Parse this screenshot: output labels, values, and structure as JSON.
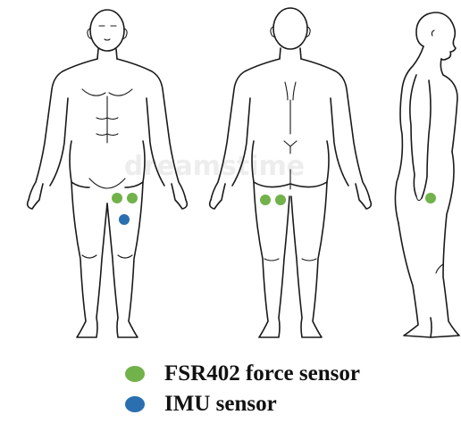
{
  "colors": {
    "force_sensor": "#71b24a",
    "imu_sensor": "#2a6fb0",
    "outline": "#1a1a1a",
    "background": "#ffffff"
  },
  "watermark": "dreamstime",
  "figures": [
    {
      "view": "front",
      "sensors": [
        "force",
        "force",
        "imu"
      ]
    },
    {
      "view": "back",
      "sensors": [
        "force",
        "force"
      ]
    },
    {
      "view": "side",
      "sensors": [
        "force"
      ]
    }
  ],
  "legend": {
    "force": {
      "label": "FSR402 force sensor",
      "icon": "green-dot-icon"
    },
    "imu": {
      "label": "IMU sensor",
      "icon": "blue-dot-icon"
    }
  }
}
